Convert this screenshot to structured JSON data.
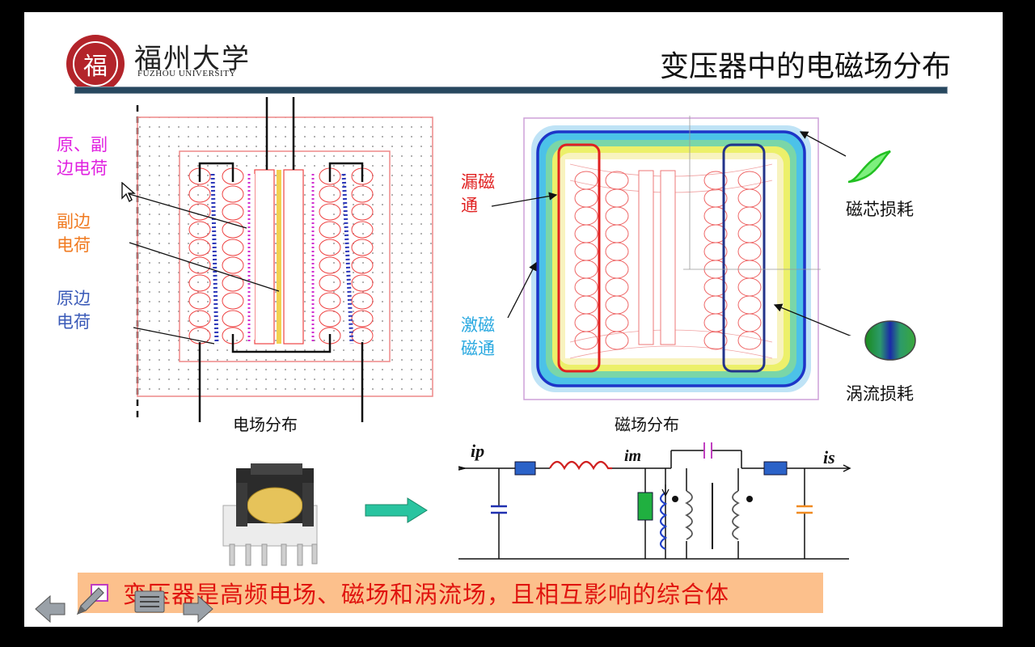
{
  "header": {
    "logo_char": "福",
    "university_cn": "福州大学",
    "university_en": "FUZHOU UNIVERSITY",
    "title": "变压器中的电磁场分布"
  },
  "electric_field": {
    "labels": {
      "primary_secondary_charge": [
        "原、副",
        "边电荷"
      ],
      "secondary_charge": [
        "副边",
        "电荷"
      ],
      "primary_charge": [
        "原边",
        "电荷"
      ]
    },
    "caption": "电场分布"
  },
  "magnetic_field": {
    "labels": {
      "leakage_flux": [
        "漏磁",
        "通"
      ],
      "excitation_flux": [
        "激磁",
        "磁通"
      ],
      "core_loss": "磁芯损耗",
      "eddy_loss": "涡流损耗"
    },
    "caption": "磁场分布"
  },
  "circuit": {
    "ip": "ip",
    "im": "im",
    "is": "is"
  },
  "banner": {
    "text": "变压器是高频电场、磁场和涡流场，且相互影响的综合体"
  },
  "colors": {
    "magenta": "#e020e0",
    "orange": "#f07a20",
    "blue": "#3a5ab8",
    "red": "#e02020",
    "cyan": "#28a8e0"
  },
  "icons": [
    "cursor-icon",
    "back-arrow-icon",
    "pen-icon",
    "menu-icon",
    "forward-arrow-icon",
    "arrow-right-icon"
  ]
}
